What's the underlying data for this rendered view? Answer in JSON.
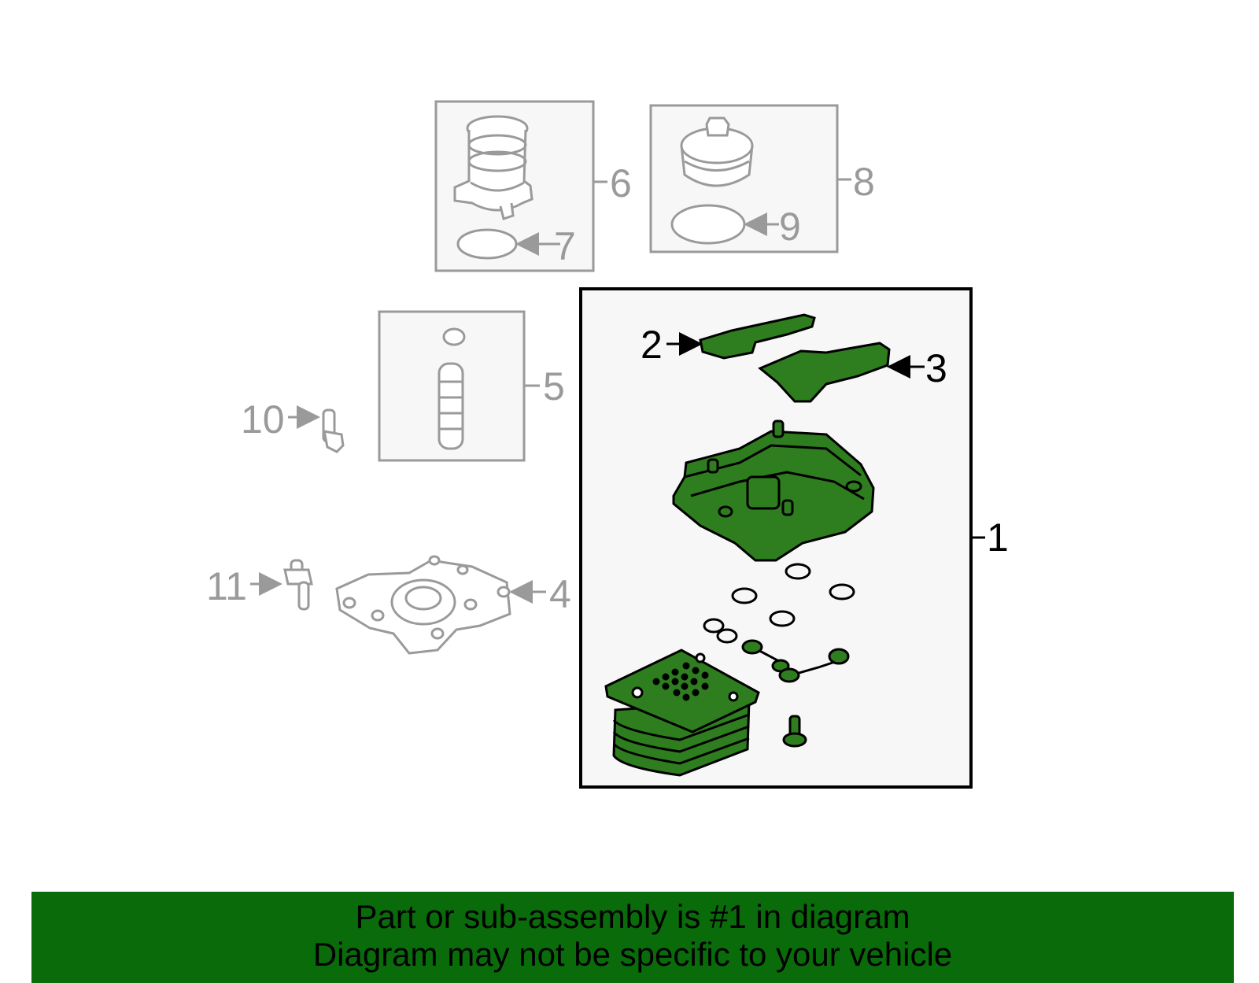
{
  "callouts": {
    "c1": "1",
    "c2": "2",
    "c3": "3",
    "c4": "4",
    "c5": "5",
    "c6": "6",
    "c7": "7",
    "c8": "8",
    "c9": "9",
    "c10": "10",
    "c11": "11"
  },
  "banner": {
    "line1": "Part or sub-assembly is #1 in diagram",
    "line2": "Diagram may not be specific to your vehicle"
  },
  "colors": {
    "highlight": "#2e7d1e",
    "banner": "#0a6b0a",
    "grey_line": "#9a9a9a"
  }
}
